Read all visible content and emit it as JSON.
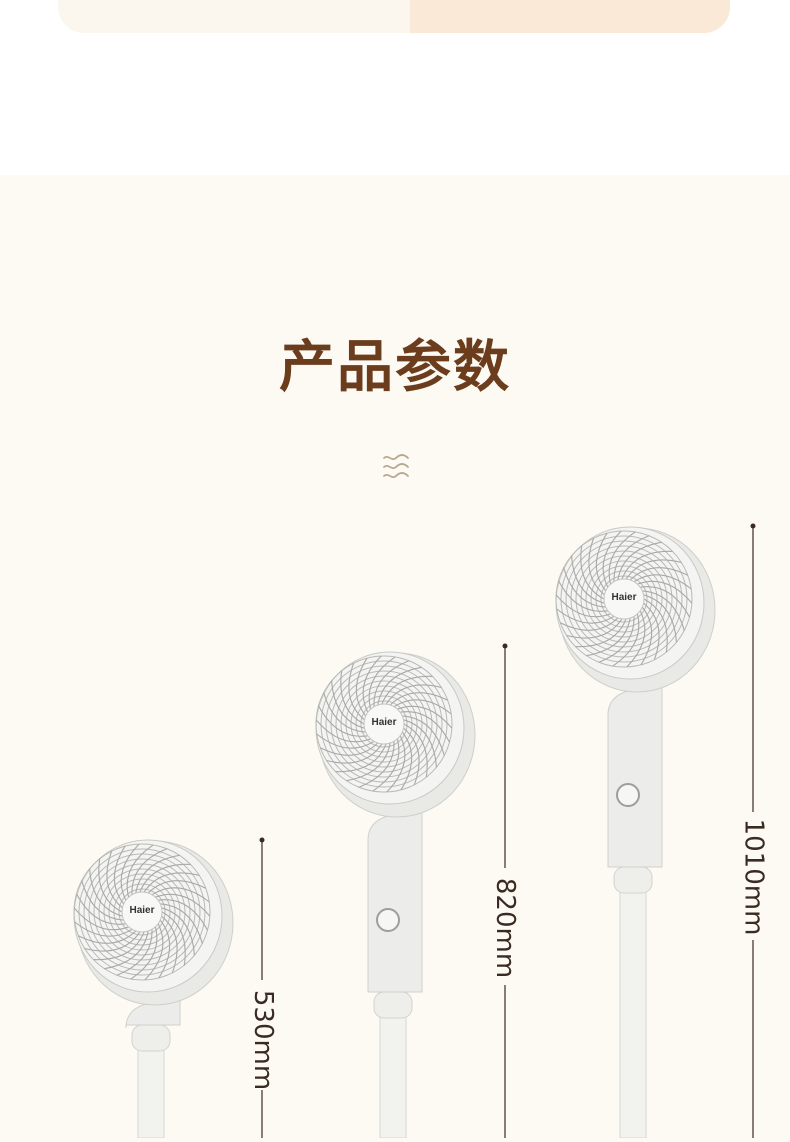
{
  "section": {
    "title": "产品参数"
  },
  "icons": {
    "divider": "wave-divider-icon",
    "fan_logo": "Haier"
  },
  "fans": [
    {
      "id": "short",
      "height_label": "530mm",
      "brand": "Haier"
    },
    {
      "id": "medium",
      "height_label": "820mm",
      "brand": "Haier"
    },
    {
      "id": "tall",
      "height_label": "1010mm",
      "brand": "Haier"
    }
  ],
  "colors": {
    "title": "#6b3d1c",
    "background": "#fdfaf4",
    "dimension_line": "#3a2b22",
    "fan_body": "#e9e9e6"
  }
}
